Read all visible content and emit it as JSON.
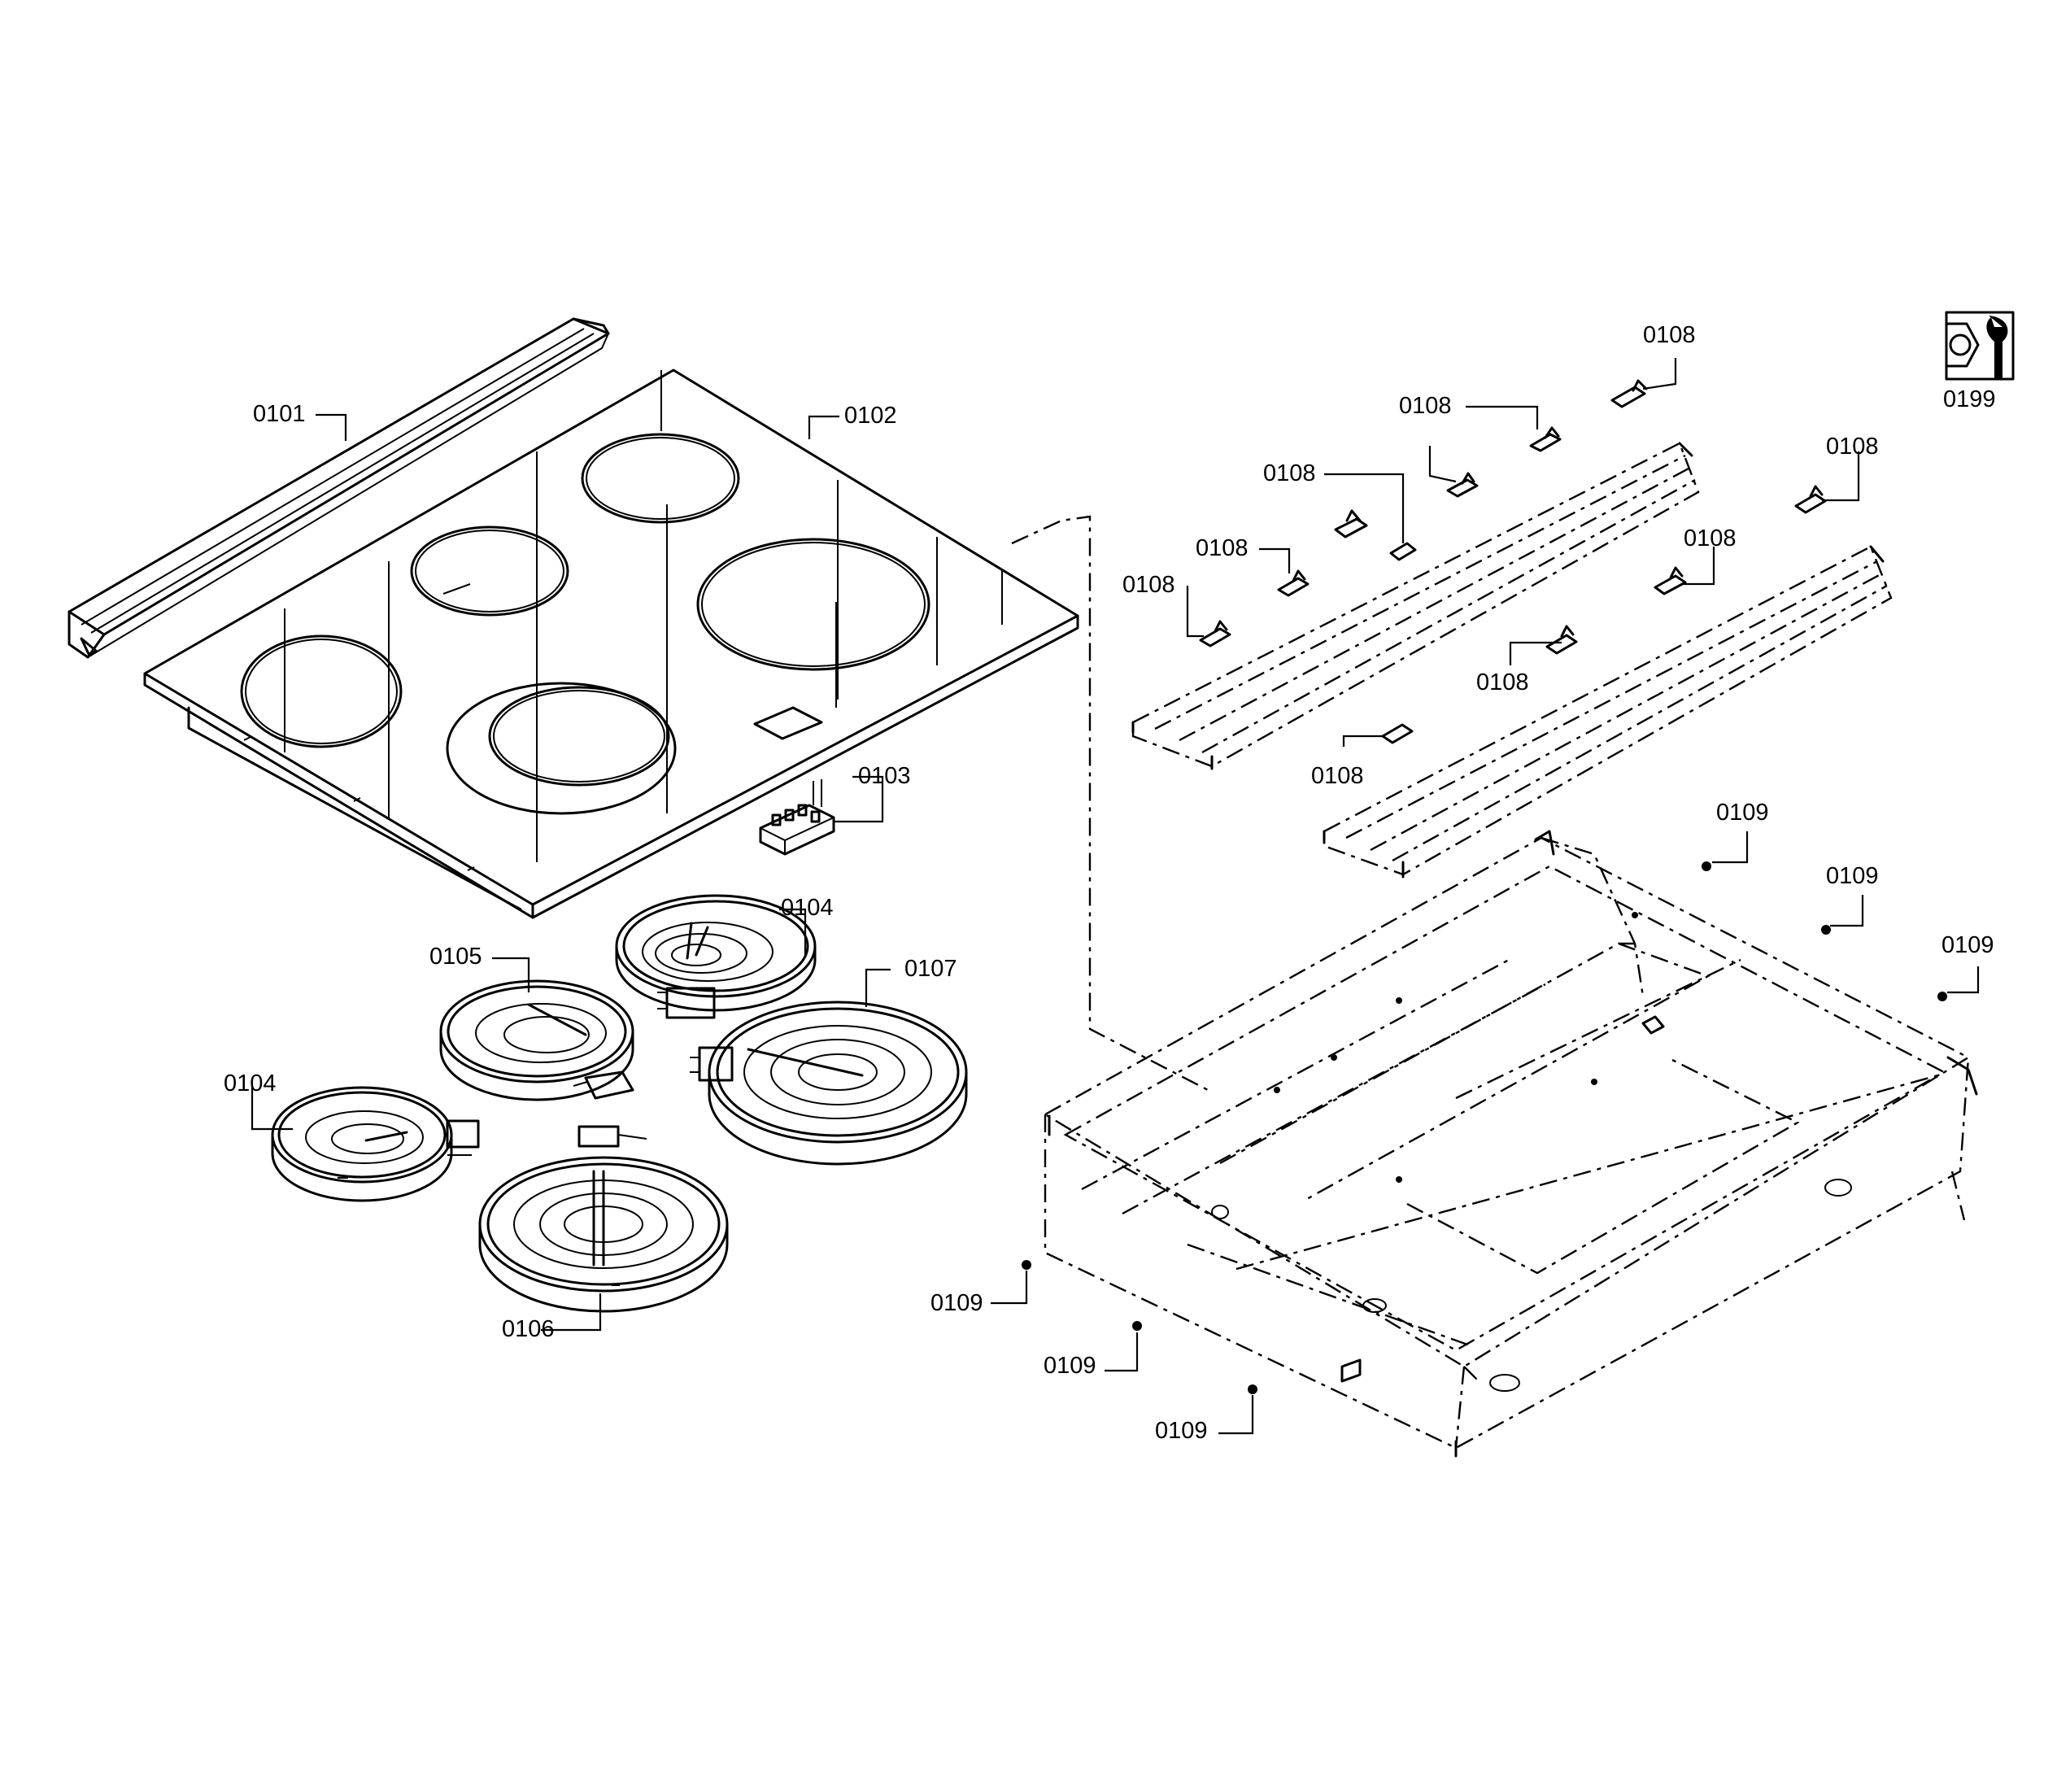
{
  "callouts": {
    "c0101": "0101",
    "c0102": "0102",
    "c0103": "0103",
    "c0104a": "0104",
    "c0104b": "0104",
    "c0105": "0105",
    "c0106": "0106",
    "c0107": "0107",
    "c0108a": "0108",
    "c0108b": "0108",
    "c0108c": "0108",
    "c0108d": "0108",
    "c0108e": "0108",
    "c0108f": "0108",
    "c0108g": "0108",
    "c0108h": "0108",
    "c0108i": "0108",
    "c0109a": "0109",
    "c0109b": "0109",
    "c0109c": "0109",
    "c0109d": "0109",
    "c0109e": "0109",
    "c0109f": "0109",
    "c0199": "0199"
  },
  "icons": {
    "service_kit": "wrench-nut-icon"
  }
}
